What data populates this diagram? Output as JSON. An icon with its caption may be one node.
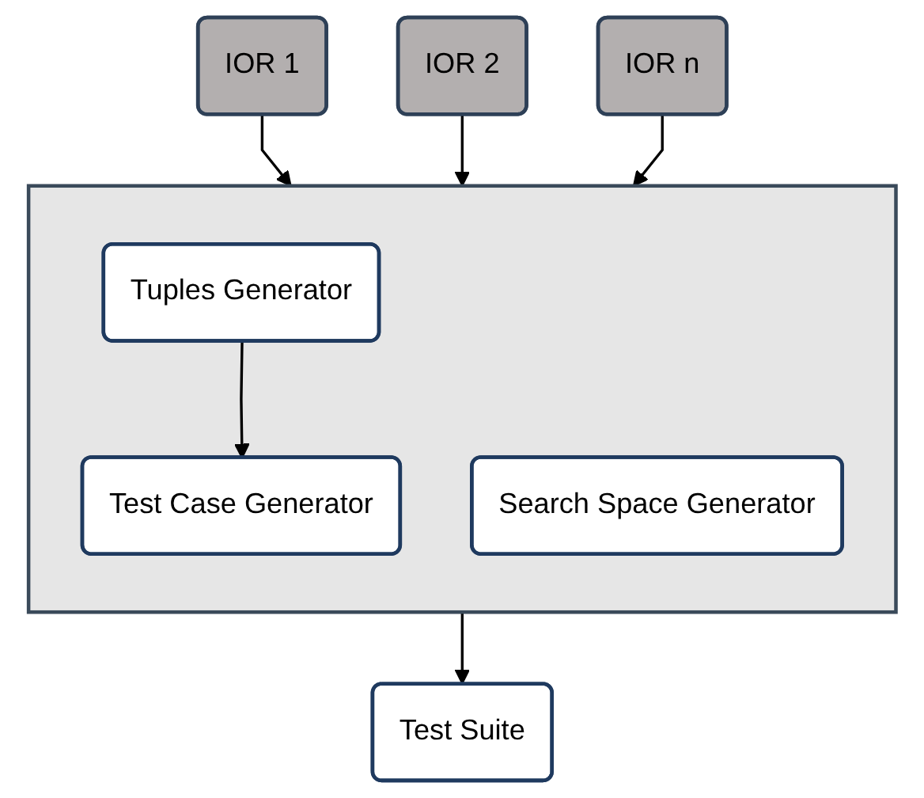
{
  "diagram": {
    "nodes": [
      {
        "text": [
          "IOR 1"
        ]
      },
      {
        "text": [
          "IOR 2"
        ]
      },
      {
        "text": [
          "IOR n"
        ]
      },
      {
        "text": [],
        "shape": "box"
      },
      {
        "text": [
          "Tuples Generator"
        ],
        "in": 3
      },
      {
        "text": [
          "Search Space Generator"
        ],
        "in": 3
      },
      {
        "text": [
          "Test Case Generator"
        ],
        "in": 3
      },
      {
        "text": [
          "Test Suite"
        ]
      }
    ],
    "edges": [
      {
        "from": 0,
        "to": 3,
        "arrow": "to"
      },
      {
        "from": 1,
        "to": 3,
        "arrow": "to"
      },
      {
        "from": 2,
        "to": 3,
        "arrow": "to"
      },
      {
        "from": 4,
        "to": 6,
        "arrow": "to"
      },
      {
        "from": 3,
        "to": 7,
        "arrow": "to"
      }
    ]
  }
}
